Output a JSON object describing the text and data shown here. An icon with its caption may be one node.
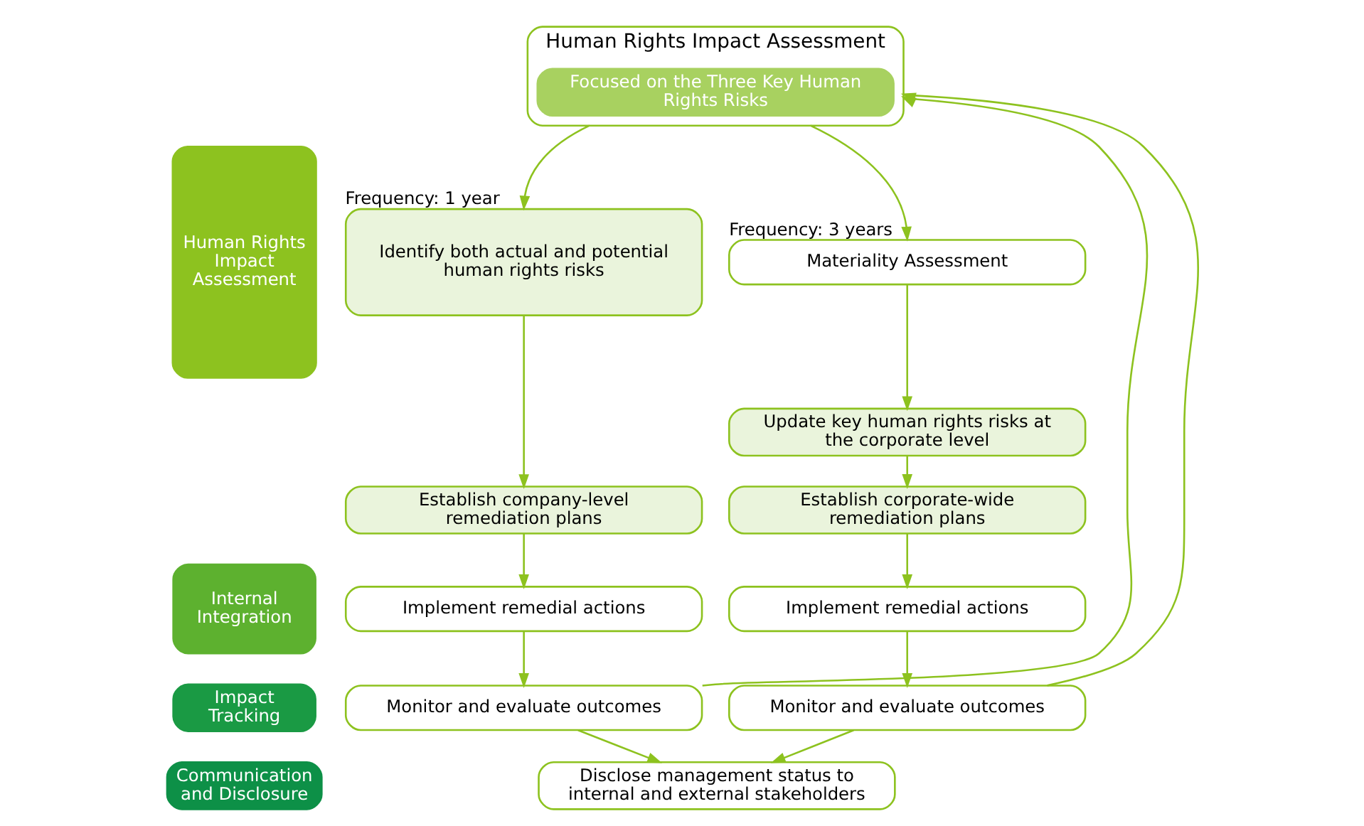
{
  "diagram": {
    "nodes": [
      {
        "text": [
          "Human Rights Impact Assessment"
        ]
      },
      {
        "text": [
          "Internal Integration"
        ]
      },
      {
        "text": [
          "Impact Tracking"
        ]
      },
      {
        "text": [
          "Communication and Disclosure"
        ]
      },
      {
        "text": [
          "Human Rights Impact Assessment"
        ]
      },
      {
        "text": [
          "Focused on the Three Key Human Rights Risks"
        ],
        "in": 4
      },
      {
        "text": [
          "Identify both actual and potential human rights risks"
        ],
        "beside": [
          "Frequency: 1 year"
        ]
      },
      {
        "text": [
          "Materiality Assessment"
        ],
        "beside": [
          "Frequency: 3 years"
        ]
      },
      {
        "text": [
          "Update key human rights risks at the corporate level"
        ]
      },
      {
        "text": [
          "Establish company-level remediation plans"
        ]
      },
      {
        "text": [
          "Establish corporate-wide remediation plans"
        ]
      },
      {
        "text": [
          "Implement remedial actions"
        ]
      },
      {
        "text": [
          "Implement remedial actions"
        ]
      },
      {
        "text": [
          "Monitor and evaluate outcomes"
        ]
      },
      {
        "text": [
          "Monitor and evaluate outcomes"
        ]
      },
      {
        "text": [
          "Disclose management status to internal and external stakeholders"
        ]
      }
    ],
    "edges": [
      {
        "from": 4,
        "to": 6,
        "arrow": "to"
      },
      {
        "from": 4,
        "to": 7,
        "arrow": "to"
      },
      {
        "from": 6,
        "to": 9,
        "arrow": "to"
      },
      {
        "from": 7,
        "to": 8,
        "arrow": "to"
      },
      {
        "from": 9,
        "to": 11,
        "arrow": "to"
      },
      {
        "from": 8,
        "to": 10,
        "arrow": "to"
      },
      {
        "from": 11,
        "to": 13,
        "arrow": "to"
      },
      {
        "from": 10,
        "to": 12,
        "arrow": "to"
      },
      {
        "from": 12,
        "to": 14,
        "arrow": "to"
      },
      {
        "from": 13,
        "to": 15,
        "arrow": "to"
      },
      {
        "from": 14,
        "to": 15,
        "arrow": "to"
      },
      {
        "from": 13,
        "to": 4,
        "arrow": "to"
      },
      {
        "from": 14,
        "to": 4,
        "arrow": "to"
      }
    ]
  }
}
